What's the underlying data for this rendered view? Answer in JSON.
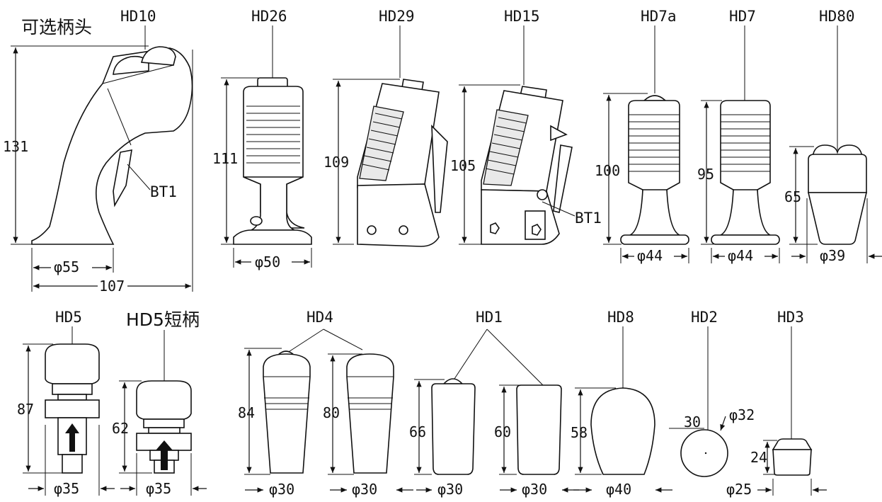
{
  "heading": "可选柄头",
  "models": [
    {
      "name": "HD10",
      "height": "131",
      "diameter": "φ55",
      "width": "107",
      "note": "BT1"
    },
    {
      "name": "HD26",
      "height": "111",
      "diameter": "φ50"
    },
    {
      "name": "HD29",
      "height": "109"
    },
    {
      "name": "HD15",
      "height": "105",
      "note": "BT1"
    },
    {
      "name": "HD7a",
      "height": "100",
      "diameter": "φ44"
    },
    {
      "name": "HD7",
      "height": "95",
      "diameter": "φ44"
    },
    {
      "name": "HD80",
      "height": "65",
      "diameter": "φ39"
    },
    {
      "name": "HD5",
      "height": "87",
      "diameter": "φ35"
    },
    {
      "name": "HD5短柄",
      "height": "62",
      "diameter": "φ35"
    },
    {
      "name": "HD4",
      "height_a": "84",
      "height_b": "80",
      "diameter_a": "φ30",
      "diameter_b": "φ30"
    },
    {
      "name": "HD1",
      "height_a": "66",
      "height_b": "60",
      "diameter_a": "φ30",
      "diameter_b": "φ30"
    },
    {
      "name": "HD8",
      "height": "58",
      "diameter": "φ40"
    },
    {
      "name": "HD2",
      "height": "30",
      "diameter": "φ32"
    },
    {
      "name": "HD3",
      "height": "24",
      "diameter": "φ25"
    }
  ]
}
